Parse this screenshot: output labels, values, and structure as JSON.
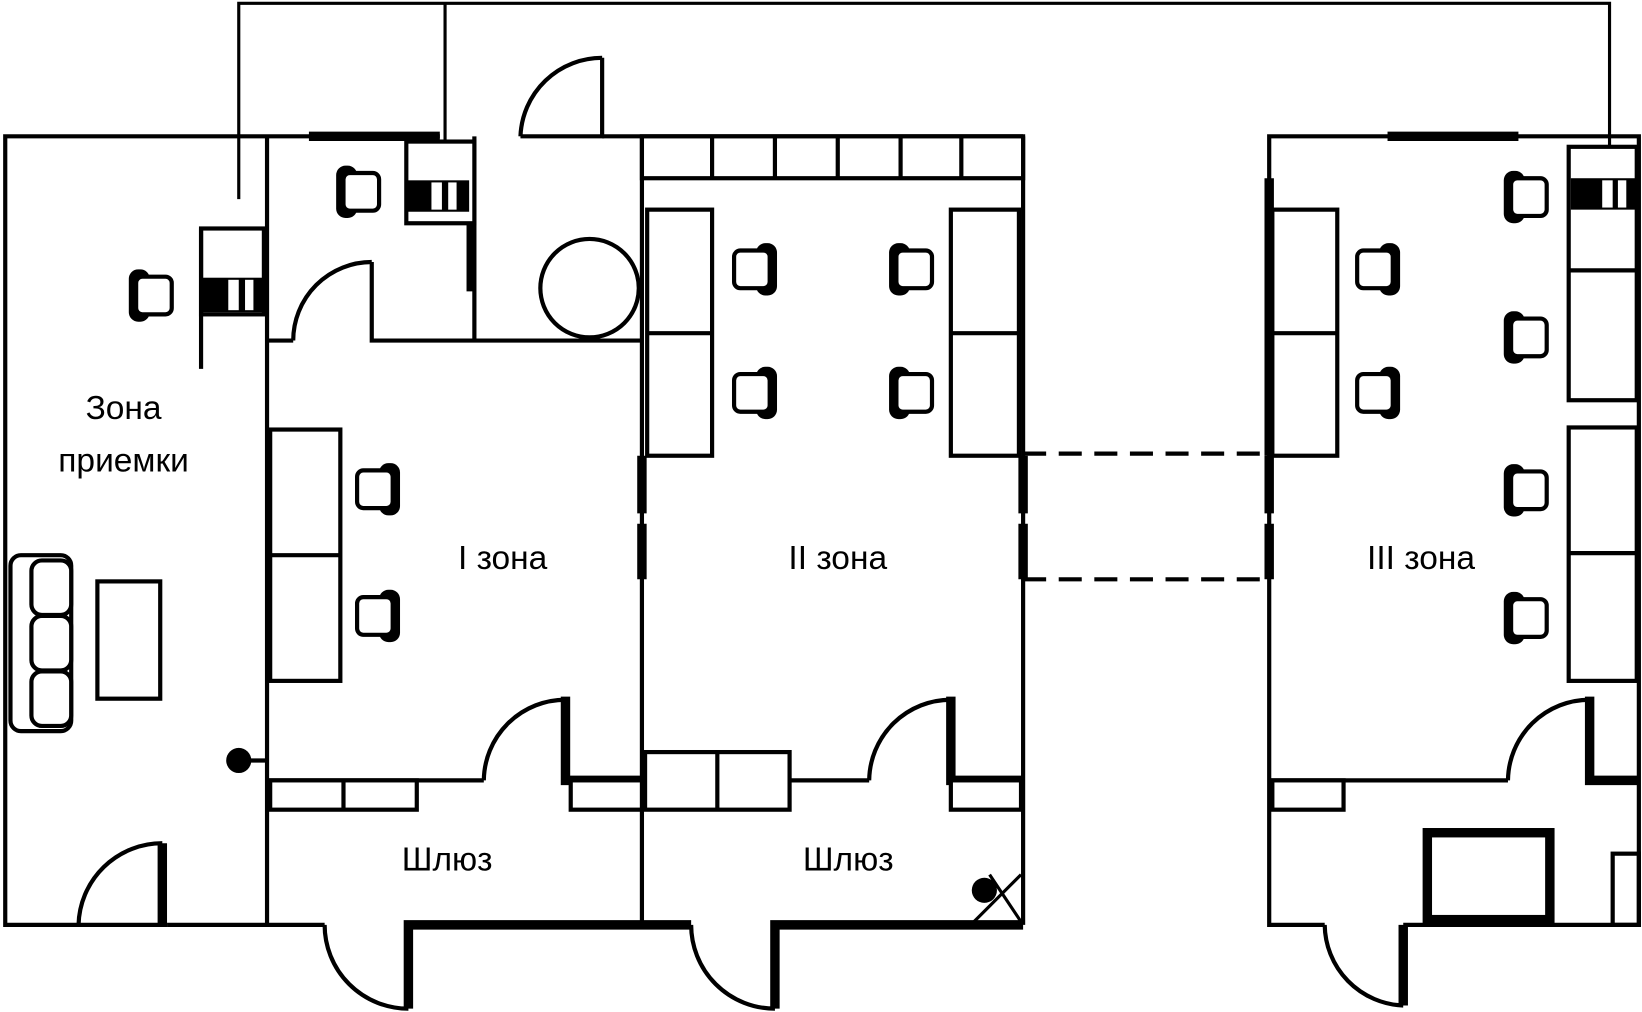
{
  "plan": {
    "labels": {
      "reception_line1": "Зона",
      "reception_line2": "приемки",
      "zone1": "I зона",
      "zone2": "II зона",
      "zone3": "III зона",
      "airlock1": "Шлюз",
      "airlock2": "Шлюз"
    },
    "colors": {
      "line": "#000000",
      "background": "#ffffff"
    }
  }
}
